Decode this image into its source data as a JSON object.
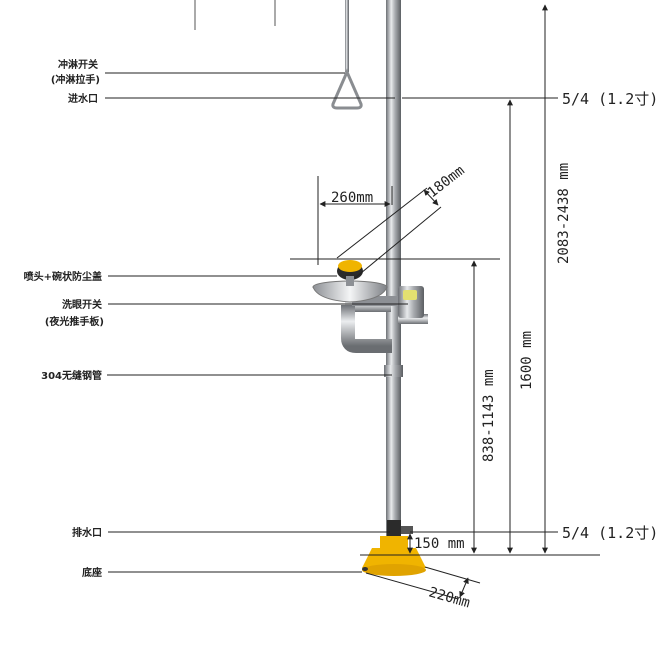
{
  "labels": {
    "shower_switch": "冲淋开关",
    "shower_switch_sub": "(冲淋拉手)",
    "water_inlet": "进水口",
    "nozzle_cover": "喷头+碗状防尘盖",
    "eyewash_switch": "洗眼开关",
    "eyewash_switch_sub": "(夜光推手板)",
    "pipe": "304无缝钢管",
    "drain": "排水口",
    "base": "底座"
  },
  "dimensions": {
    "inlet_size": "5/4 (1.2寸)",
    "drain_size": "5/4 (1.2寸)",
    "total_height": "2083-2438 mm",
    "inlet_height": "1600 mm",
    "bowl_height": "838-1143 mm",
    "arm_reach": "260mm",
    "bowl_diameter": "180mm",
    "drain_height": "150 mm",
    "base_diameter": "220mm"
  },
  "colors": {
    "steel": "#b9bcc0",
    "yellow": "#f0b400",
    "line": "#222222"
  }
}
